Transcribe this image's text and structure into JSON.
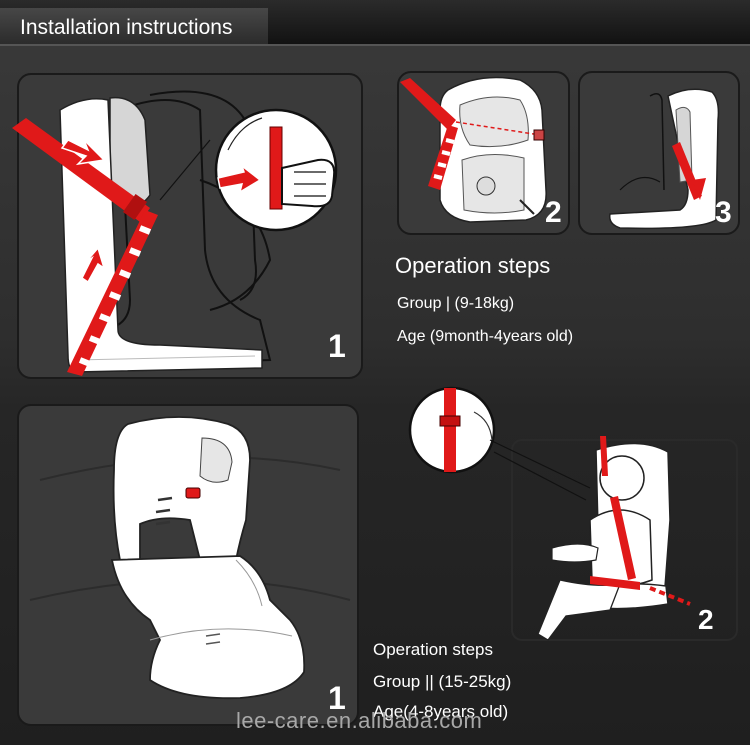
{
  "header": {
    "title": "Installation instructions"
  },
  "steps": {
    "top": {
      "n1": "1",
      "n2": "2",
      "n3": "3"
    },
    "bottom": {
      "n1": "1",
      "n2": "2"
    }
  },
  "group1": {
    "heading": "Operation steps",
    "group": "Group | (9-18kg)",
    "age": "Age (9month-4years old)"
  },
  "group2": {
    "heading": "Operation steps",
    "group": "Group || (15-25kg)",
    "age": "Age(4-8years old)"
  },
  "watermark": "lee-care.en.alibaba.com",
  "colors": {
    "belt": "#e01919",
    "seat": "#ffffff",
    "shade": "#d8d8d8",
    "background": "#333333"
  }
}
